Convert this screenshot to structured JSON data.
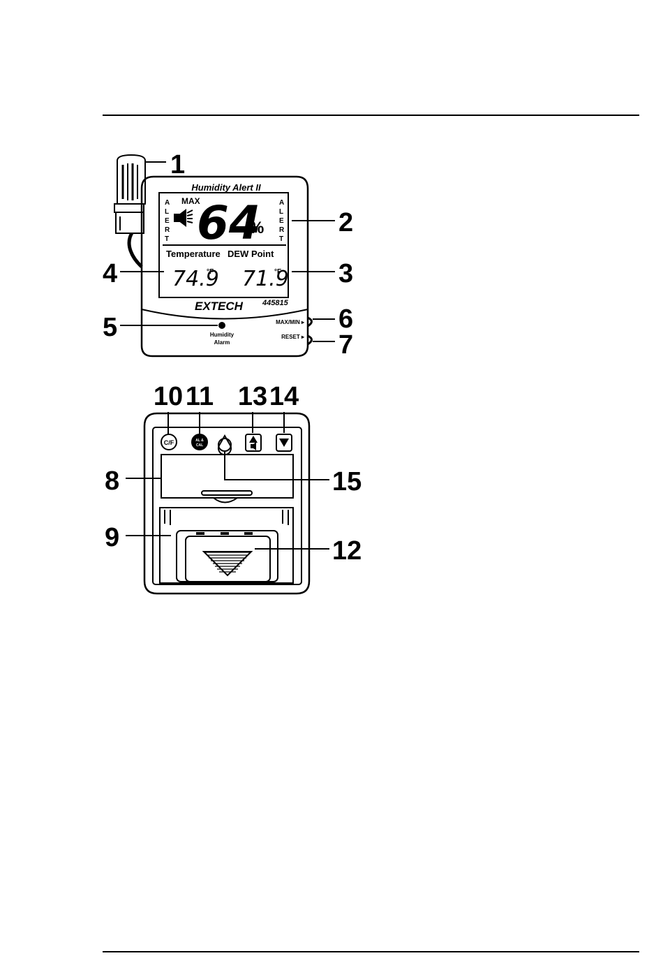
{
  "front": {
    "model_name": "Humidity Alert II",
    "max_label": "MAX",
    "alert_left": [
      "A",
      "L",
      "E",
      "R",
      "T"
    ],
    "alert_right": [
      "A",
      "L",
      "E",
      "R",
      "T"
    ],
    "humidity_value": "64",
    "humidity_unit": "%",
    "temperature_label": "Temperature",
    "dew_point_label": "DEW Point",
    "temperature_value": "74.9",
    "temperature_unit": "°F",
    "dew_point_value": "71.9",
    "dew_point_unit": "°F",
    "brand": "EXTECH",
    "model_number": "445815",
    "alarm_label_line1": "Humidity",
    "alarm_label_line2": "Alarm",
    "maxmin_label": "MAX/MIN ▸",
    "reset_label": "RESET ▸"
  },
  "back": {
    "cf_button_label": "C/F",
    "al_cal_line1": "AL &",
    "al_cal_line2": "CAL"
  },
  "callouts": [
    "1",
    "2",
    "3",
    "4",
    "5",
    "6",
    "7",
    "8",
    "9",
    "10",
    "11",
    "12",
    "13",
    "14",
    "15"
  ]
}
